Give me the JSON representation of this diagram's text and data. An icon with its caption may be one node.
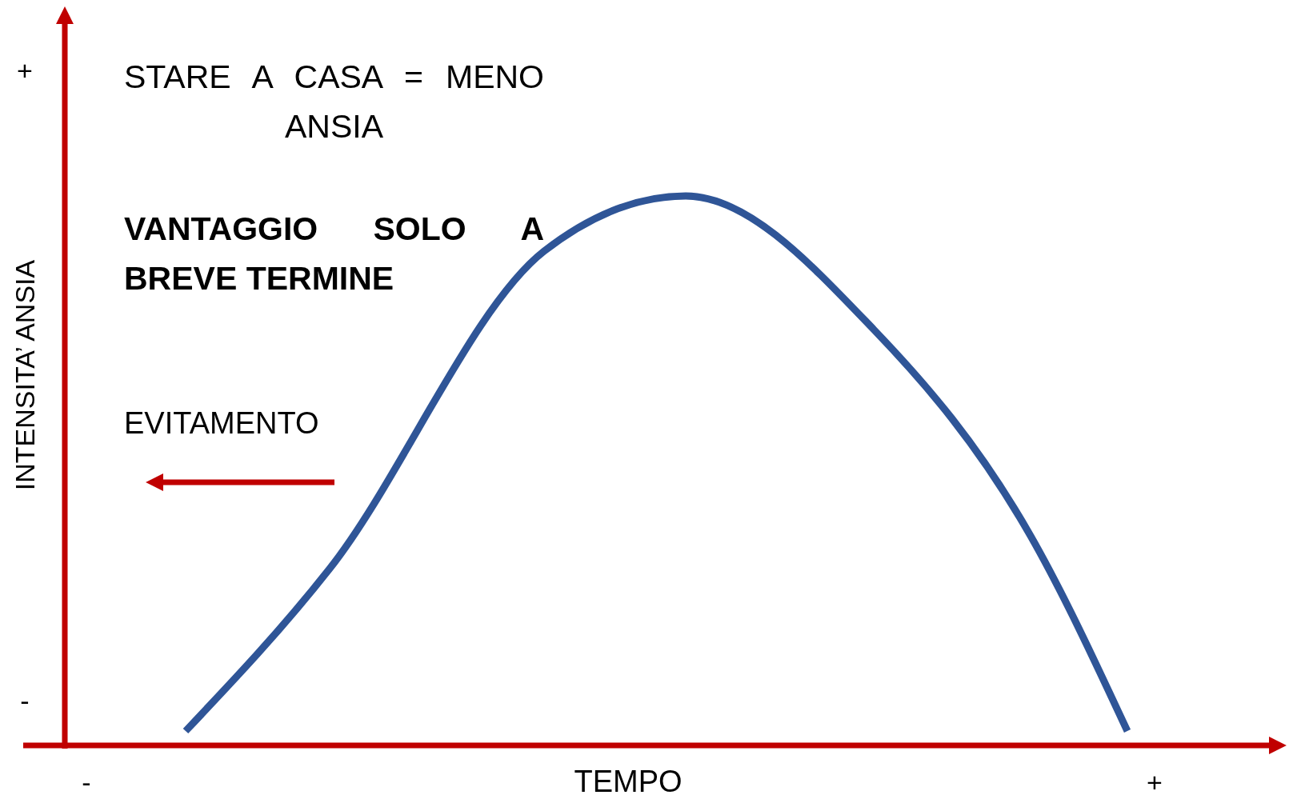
{
  "diagram": {
    "labels": [
      "+",
      "-",
      "INTENSITA’ ANSIA",
      "-",
      "TEMPO",
      "+",
      "STARE A CASA = MENO ANSIA",
      "VANTAGGIO SOLO A BREVE TERMINE",
      "EVITAMENTO"
    ]
  }
}
